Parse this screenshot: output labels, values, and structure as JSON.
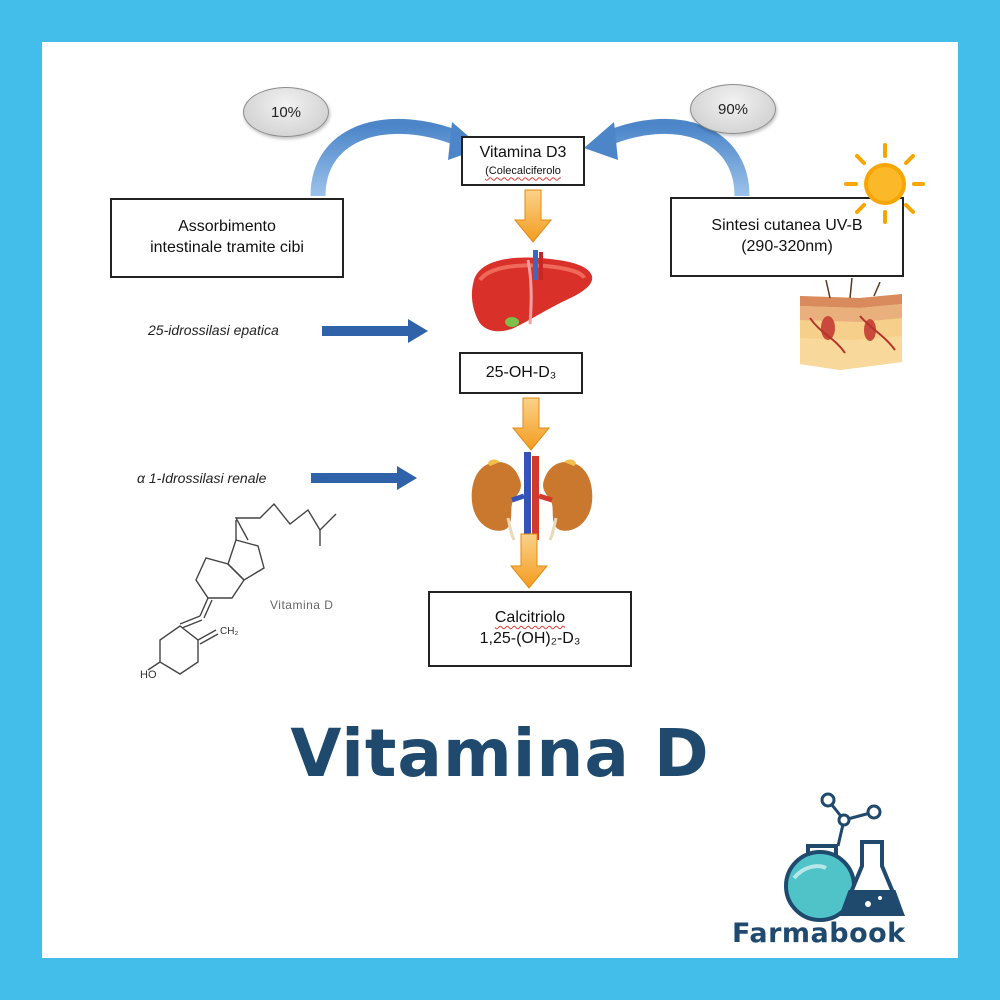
{
  "colors": {
    "frame": "#43bdea",
    "title": "#1f4a6e",
    "arrow_orange": "#f5a623",
    "arrow_blue": "#2f62a8"
  },
  "sources": {
    "left_percent": "10%",
    "right_percent": "90%"
  },
  "boxes": {
    "vitamin_d3": {
      "main": "Vitamina D3",
      "sub": "(Colecalciferolo"
    },
    "intestinal": {
      "line1": "Assorbimento",
      "line2": "intestinale tramite cibi"
    },
    "cutaneous": {
      "line1": "Sintesi cutanea UV-B",
      "line2": "(290-320nm)"
    },
    "hydroxy": {
      "main": "25-OH-D₃"
    },
    "calcitriol": {
      "line1": "Calcitriolo",
      "line2": "1,25-(OH)₂-D₃"
    }
  },
  "enzymes": {
    "hepatic": "25-idrossilasi epatica",
    "renal": "α 1-Idrossilasi renale"
  },
  "structure": {
    "label": "Vitamina D",
    "ho": "HO",
    "ch2": "CH₂"
  },
  "icons": [
    "sun-icon",
    "skin-section-icon",
    "liver-icon",
    "kidneys-icon",
    "flask-logo-icon"
  ],
  "title": "Vitamina D",
  "brand": "Farmabook"
}
